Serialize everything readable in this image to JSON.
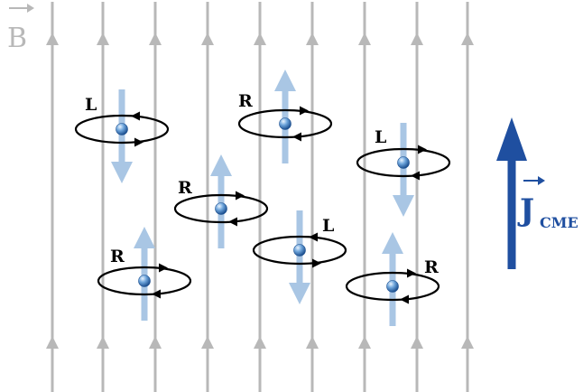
{
  "field": {
    "symbol": "B",
    "line_color": "#b8b8b8"
  },
  "current": {
    "symbol": "J",
    "subscript": "CME",
    "color": "#1f4fa0"
  },
  "spin_color": "#a9c6e4",
  "particles": [
    {
      "label": "L",
      "spin": "down"
    },
    {
      "label": "R",
      "spin": "up"
    },
    {
      "label": "L",
      "spin": "down"
    },
    {
      "label": "R",
      "spin": "up"
    },
    {
      "label": "L",
      "spin": "down"
    },
    {
      "label": "R",
      "spin": "up"
    },
    {
      "label": "R",
      "spin": "up"
    }
  ]
}
